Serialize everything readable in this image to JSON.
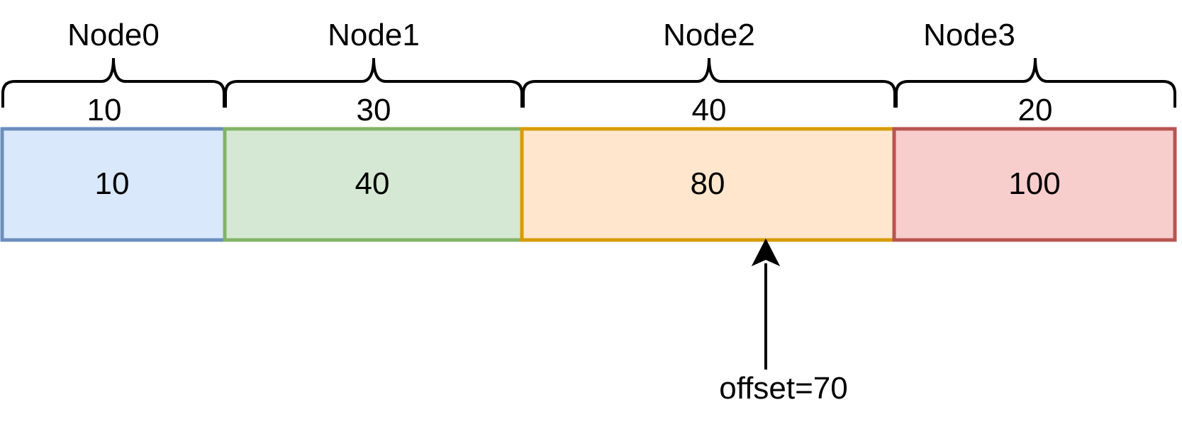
{
  "nodes": [
    {
      "name": "Node0",
      "weight": "10",
      "cumulative": "10",
      "fill": "#dae8fc",
      "stroke": "#6c8ebf"
    },
    {
      "name": "Node1",
      "weight": "30",
      "cumulative": "40",
      "fill": "#d5e8d4",
      "stroke": "#82b366"
    },
    {
      "name": "Node2",
      "weight": "40",
      "cumulative": "80",
      "fill": "#ffe6cc",
      "stroke": "#d79b00"
    },
    {
      "name": "Node3",
      "weight": "20",
      "cumulative": "100",
      "fill": "#f8cecc",
      "stroke": "#b85450"
    }
  ],
  "pointer": {
    "label": "offset=70",
    "value": 70
  }
}
